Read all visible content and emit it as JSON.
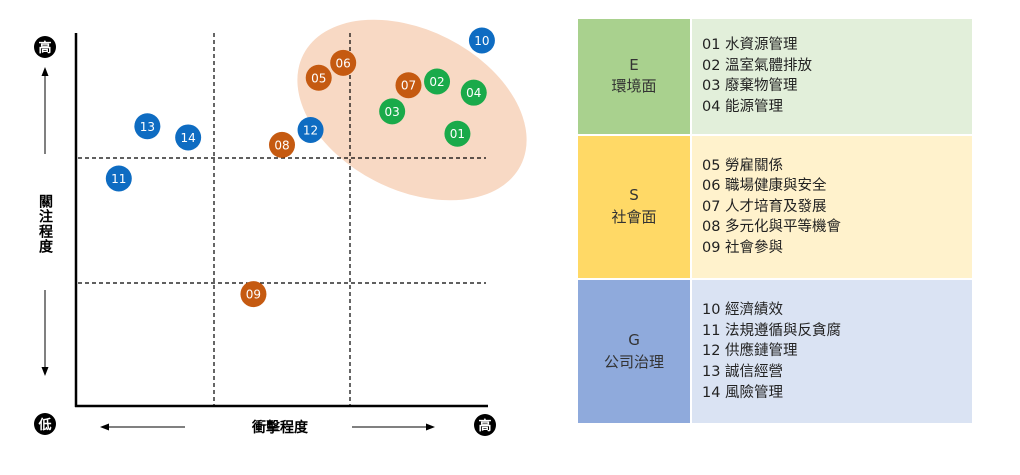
{
  "chart_data": {
    "type": "scatter",
    "ylabel": "關注程度",
    "xlabel": "衝擊程度",
    "y_high_badge": "高",
    "y_low_badge": "低",
    "x_high_badge": "高",
    "xlim": [
      0,
      1
    ],
    "ylim": [
      0,
      1
    ],
    "grid": "3x3 dashed",
    "highlight_region": "top-right",
    "points": [
      {
        "label": "01",
        "group": "E",
        "x": 0.93,
        "y": 0.73
      },
      {
        "label": "02",
        "group": "E",
        "x": 0.88,
        "y": 0.87
      },
      {
        "label": "03",
        "group": "E",
        "x": 0.77,
        "y": 0.79
      },
      {
        "label": "04",
        "group": "E",
        "x": 0.97,
        "y": 0.84
      },
      {
        "label": "05",
        "group": "S",
        "x": 0.59,
        "y": 0.88
      },
      {
        "label": "06",
        "group": "S",
        "x": 0.65,
        "y": 0.92
      },
      {
        "label": "07",
        "group": "S",
        "x": 0.81,
        "y": 0.86
      },
      {
        "label": "08",
        "group": "S",
        "x": 0.5,
        "y": 0.7
      },
      {
        "label": "09",
        "group": "S",
        "x": 0.43,
        "y": 0.3
      },
      {
        "label": "10",
        "group": "G",
        "x": 0.99,
        "y": 0.98
      },
      {
        "label": "11",
        "group": "G",
        "x": 0.1,
        "y": 0.61
      },
      {
        "label": "12",
        "group": "G",
        "x": 0.57,
        "y": 0.74
      },
      {
        "label": "13",
        "group": "G",
        "x": 0.17,
        "y": 0.75
      },
      {
        "label": "14",
        "group": "G",
        "x": 0.27,
        "y": 0.72
      }
    ]
  },
  "colors": {
    "E": "#1aaa4a",
    "S": "#c55a11",
    "G": "#0e6cc2",
    "highlight": "#f8d9c4",
    "E_cat_bg": "#a9d18e",
    "E_items_bg": "#e2efda",
    "S_cat_bg": "#ffd966",
    "S_items_bg": "#fff2cc",
    "G_cat_bg": "#8faadc",
    "G_items_bg": "#dae3f3"
  },
  "legend": {
    "E": {
      "letter": "E",
      "name": "環境面",
      "items": [
        "01 水資源管理",
        "02 溫室氣體排放",
        "03 廢棄物管理",
        "04 能源管理"
      ]
    },
    "S": {
      "letter": "S",
      "name": "社會面",
      "items": [
        "05 勞雇關係",
        "06 職場健康與安全",
        "07 人才培育及發展",
        "08 多元化與平等機會",
        "09 社會參與"
      ]
    },
    "G": {
      "letter": "G",
      "name": "公司治理",
      "items": [
        "10 經濟績效",
        "11 法規遵循與反貪腐",
        "12 供應鏈管理",
        "13 誠信經營",
        "14 風險管理"
      ]
    }
  }
}
